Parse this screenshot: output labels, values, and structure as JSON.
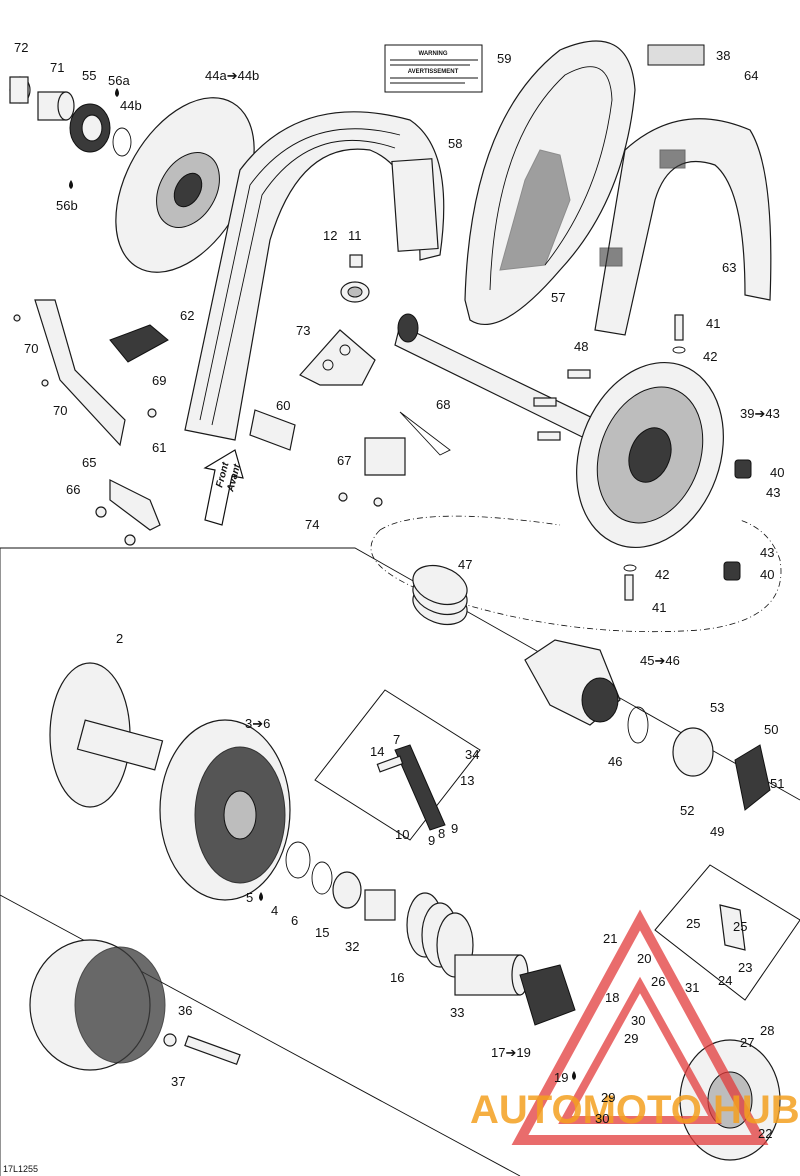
{
  "diagram": {
    "code": "17L1255",
    "warning_title": "WARNING",
    "warning_title_fr": "AVERTISSEMENT",
    "front_word": "Front",
    "front_word_fr": "Avant"
  },
  "watermark": {
    "text": "AUTOMOTO HUB",
    "accent": "#e23b3b",
    "color": "#f4a020"
  },
  "labels": {
    "l72": "72",
    "l71": "71",
    "l55": "55",
    "l56a": "56a",
    "l44b": "44b",
    "l56b": "56b",
    "l44a": "44a➔44b",
    "l59": "59",
    "l38": "38",
    "l64": "64",
    "l58": "58",
    "l12": "12",
    "l11": "11",
    "l62": "62",
    "l70a": "70",
    "l69": "69",
    "l70b": "70",
    "l73": "73",
    "l57": "57",
    "l63": "63",
    "l41a": "41",
    "l42a": "42",
    "l48": "48",
    "l60": "60",
    "l61": "61",
    "l68": "68",
    "l39": "39➔43",
    "l40a": "40",
    "l43a": "43",
    "l65": "65",
    "l66": "66",
    "l67": "67",
    "l74": "74",
    "l43b": "43",
    "l40b": "40",
    "l47": "47",
    "l42b": "42",
    "l41b": "41",
    "l2": "2",
    "l45": "45➔46",
    "l3": "3➔6",
    "l7": "7",
    "l14": "14",
    "l34": "34",
    "l13": "13",
    "l53": "53",
    "l50": "50",
    "l46": "46",
    "l51": "51",
    "l52": "52",
    "l49": "49",
    "l10": "10",
    "l9a": "9",
    "l9b": "9",
    "l8": "8",
    "l5": "5",
    "l4": "4",
    "l6": "6",
    "l15": "15",
    "l32": "32",
    "l16": "16",
    "l25a": "25",
    "l25b": "25",
    "l21": "21",
    "l20": "20",
    "l23": "23",
    "l24": "24",
    "l18": "18",
    "l26": "26",
    "l31": "31",
    "l28": "28",
    "l30a": "30",
    "l29a": "29",
    "l27": "27",
    "l36": "36",
    "l33": "33",
    "l17": "17➔19",
    "l37": "37",
    "l19": "19",
    "l29b": "29",
    "l30b": "30",
    "l22": "22"
  }
}
